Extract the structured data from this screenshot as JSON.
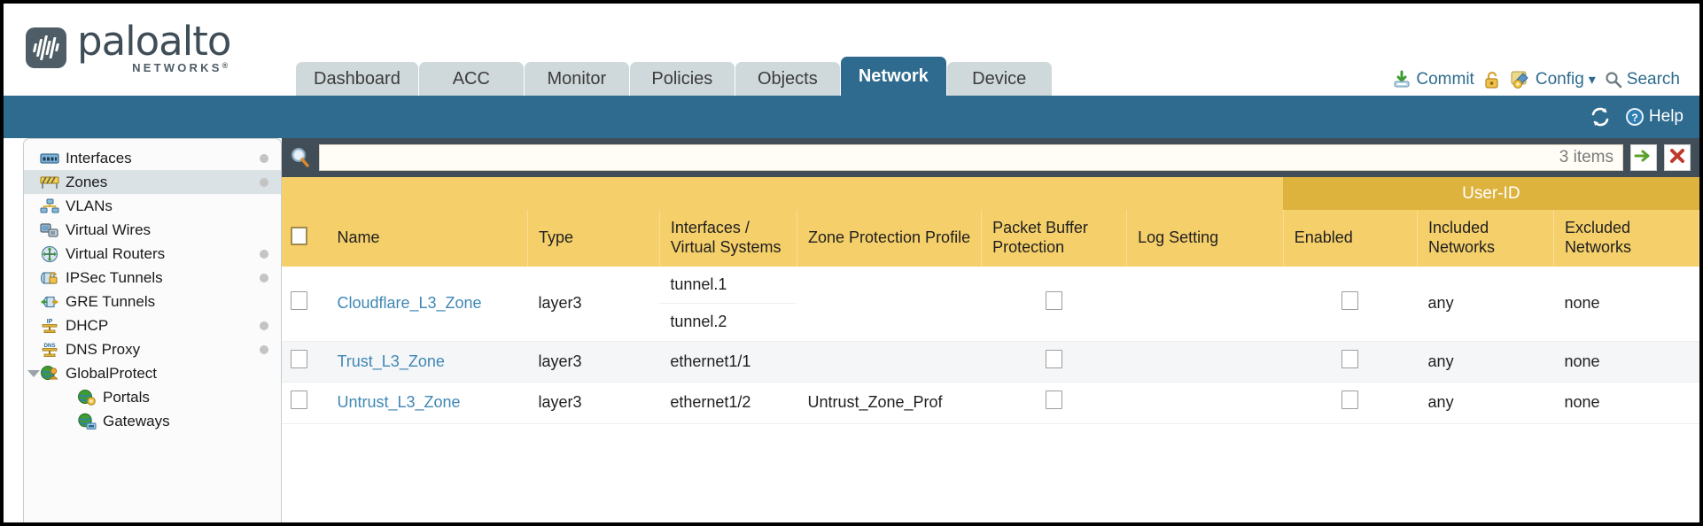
{
  "brand": {
    "name": "paloalto",
    "tagline": "NETWORKS",
    "registered": "®",
    "logo_bg": "#4e5d66"
  },
  "nav": {
    "tabs": [
      {
        "label": "Dashboard",
        "active": false
      },
      {
        "label": "ACC",
        "active": false
      },
      {
        "label": "Monitor",
        "active": false
      },
      {
        "label": "Policies",
        "active": false
      },
      {
        "label": "Objects",
        "active": false
      },
      {
        "label": "Network",
        "active": true
      },
      {
        "label": "Device",
        "active": false
      }
    ],
    "active_tab": "Network",
    "active_color": "#2e6b8e",
    "inactive_color": "#cfd8da"
  },
  "top_actions": {
    "commit": "Commit",
    "commit_icon": "commit-download-icon",
    "lock_icon": "padlock-icon",
    "config": "Config",
    "config_icon": "config-wrench-icon",
    "config_caret": "▾",
    "search": "Search",
    "search_icon": "magnifier-icon"
  },
  "subbar": {
    "refresh_icon": "refresh-icon",
    "help": "Help",
    "help_icon": "help-question-icon",
    "background": "#2e6b8e"
  },
  "sidebar": {
    "items": [
      {
        "label": "Interfaces",
        "icon": "interfaces-icon",
        "selected": false,
        "dot": true,
        "child": false,
        "caret": false
      },
      {
        "label": "Zones",
        "icon": "zones-icon",
        "selected": true,
        "dot": true,
        "child": false,
        "caret": false
      },
      {
        "label": "VLANs",
        "icon": "vlans-icon",
        "selected": false,
        "dot": false,
        "child": false,
        "caret": false
      },
      {
        "label": "Virtual Wires",
        "icon": "virtual-wires-icon",
        "selected": false,
        "dot": false,
        "child": false,
        "caret": false
      },
      {
        "label": "Virtual Routers",
        "icon": "virtual-routers-icon",
        "selected": false,
        "dot": true,
        "child": false,
        "caret": false
      },
      {
        "label": "IPSec Tunnels",
        "icon": "ipsec-tunnels-icon",
        "selected": false,
        "dot": true,
        "child": false,
        "caret": false
      },
      {
        "label": "GRE Tunnels",
        "icon": "gre-tunnels-icon",
        "selected": false,
        "dot": false,
        "child": false,
        "caret": false
      },
      {
        "label": "DHCP",
        "icon": "dhcp-icon",
        "selected": false,
        "dot": true,
        "child": false,
        "caret": false
      },
      {
        "label": "DNS Proxy",
        "icon": "dns-proxy-icon",
        "selected": false,
        "dot": true,
        "child": false,
        "caret": false
      },
      {
        "label": "GlobalProtect",
        "icon": "globalprotect-icon",
        "selected": false,
        "dot": false,
        "child": false,
        "caret": true
      },
      {
        "label": "Portals",
        "icon": "portals-icon",
        "selected": false,
        "dot": false,
        "child": true,
        "caret": false
      },
      {
        "label": "Gateways",
        "icon": "gateways-icon",
        "selected": false,
        "dot": false,
        "child": true,
        "caret": false
      }
    ]
  },
  "toolbar": {
    "search_value": "",
    "search_placeholder": "",
    "item_count": "3 items",
    "apply_icon": "green-arrow-icon",
    "clear_icon": "red-x-icon"
  },
  "table": {
    "group_header": {
      "label": "User-ID",
      "spans": 3,
      "color": "#ddb33e"
    },
    "columns": [
      {
        "key": "select",
        "label": ""
      },
      {
        "key": "name",
        "label": "Name"
      },
      {
        "key": "type",
        "label": "Type"
      },
      {
        "key": "ifaces",
        "label": "Interfaces / Virtual Systems"
      },
      {
        "key": "zpp",
        "label": "Zone Protection Profile"
      },
      {
        "key": "pbp",
        "label": "Packet Buffer Protection"
      },
      {
        "key": "log",
        "label": "Log Setting"
      },
      {
        "key": "enabled",
        "label": "Enabled"
      },
      {
        "key": "incl",
        "label": "Included Networks"
      },
      {
        "key": "excl",
        "label": "Excluded Networks"
      }
    ],
    "header_bg": "#f5cf6a",
    "rows": [
      {
        "selected": false,
        "name": "Cloudflare_L3_Zone",
        "type": "layer3",
        "interfaces": [
          "tunnel.1",
          "tunnel.2"
        ],
        "zone_protection_profile": "",
        "packet_buffer_protection": false,
        "log_setting": "",
        "userid_enabled": false,
        "included_networks": "any",
        "excluded_networks": "none"
      },
      {
        "selected": false,
        "name": "Trust_L3_Zone",
        "type": "layer3",
        "interfaces": [
          "ethernet1/1"
        ],
        "zone_protection_profile": "",
        "packet_buffer_protection": false,
        "log_setting": "",
        "userid_enabled": false,
        "included_networks": "any",
        "excluded_networks": "none"
      },
      {
        "selected": false,
        "name": "Untrust_L3_Zone",
        "type": "layer3",
        "interfaces": [
          "ethernet1/2"
        ],
        "zone_protection_profile": "Untrust_Zone_Prof",
        "packet_buffer_protection": false,
        "log_setting": "",
        "userid_enabled": false,
        "included_networks": "any",
        "excluded_networks": "none"
      }
    ]
  }
}
